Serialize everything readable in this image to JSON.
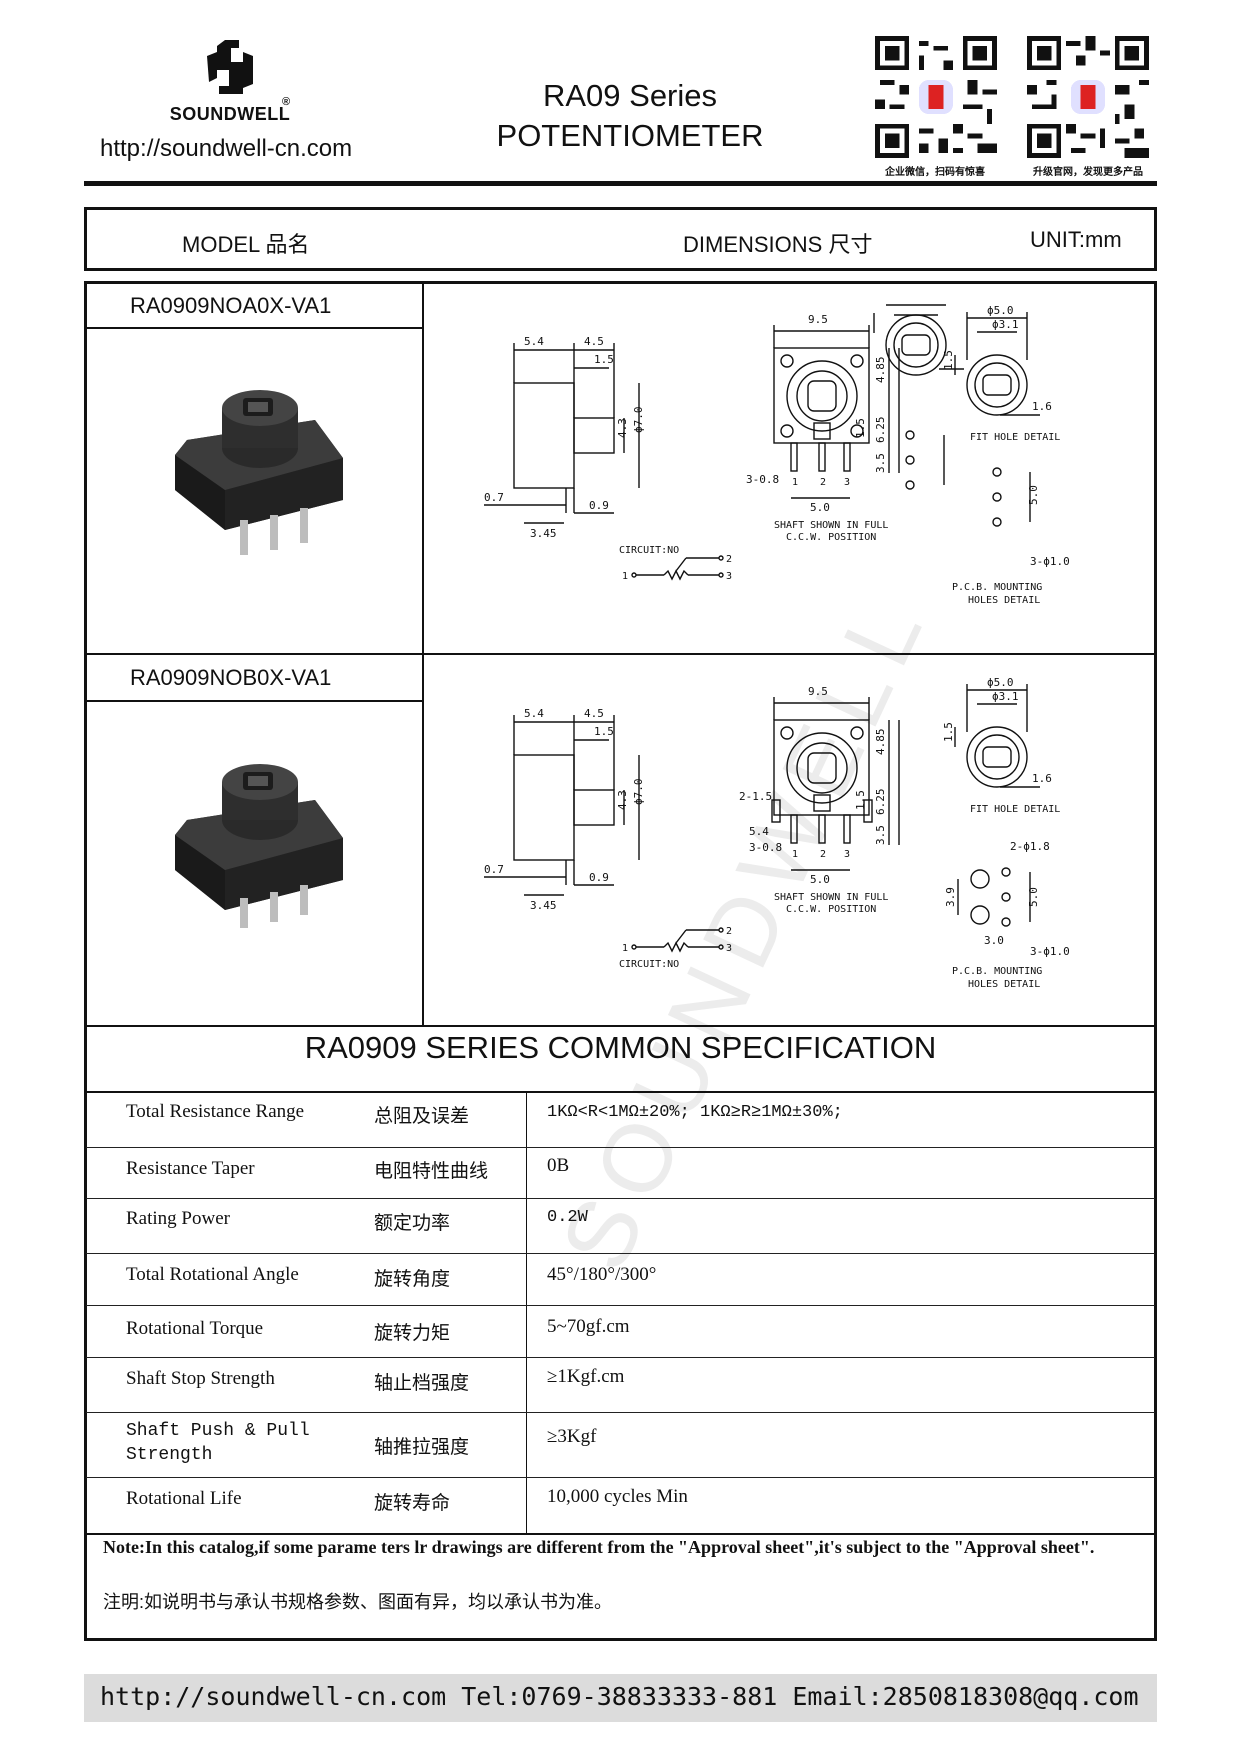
{
  "header": {
    "brand": "SOUNDWELL",
    "reg": "®",
    "website": "http://soundwell-cn.com",
    "series": "RA09 Series",
    "product": "POTENTIOMETER",
    "qr_caption_left": "企业微信，扫码有惊喜",
    "qr_caption_right": "升级官网，发现更多产品"
  },
  "table_header": {
    "model": "MODEL 品名",
    "dimensions": "DIMENSIONS 尺寸",
    "unit": "UNIT:mm"
  },
  "models": [
    {
      "name": "RA0909NOA0X-VA1",
      "dims": {
        "side_a": "5.4",
        "side_b": "4.5",
        "d15": "1.5",
        "d43": "4.3",
        "phi7": "ϕ7.0",
        "d07": "0.7",
        "d09": "0.9",
        "d345": "3.45",
        "w95": "9.5",
        "h485": "4.85",
        "h625": "6.25",
        "h15": "1.5",
        "h35": "3.5",
        "p08": "3-0.8",
        "p50": "5.0",
        "phi5": "ϕ5.0",
        "phi31": "ϕ3.1",
        "f15": "1.5",
        "f16": "1.6",
        "fit": "FIT HOLE DETAIL",
        "holes": "3-ϕ1.0",
        "hp5": "5.0",
        "pcb1": "P.C.B. MOUNTING",
        "pcb2": "HOLES DETAIL",
        "shaft1": "SHAFT SHOWN IN FULL",
        "shaft2": "C.C.W. POSITION",
        "circuit": "CIRCUIT:NO",
        "pin1": "1",
        "pin2": "2",
        "pin3": "3"
      }
    },
    {
      "name": "RA0909NOB0X-VA1",
      "dims": {
        "side_a": "5.4",
        "side_b": "4.5",
        "d15": "1.5",
        "d43": "4.3",
        "phi7": "ϕ7.0",
        "d07": "0.7",
        "d09": "0.9",
        "d345": "3.45",
        "w95": "9.5",
        "h485": "4.85",
        "h625": "6.25",
        "h15": "1.5",
        "h35": "3.5",
        "p08": "3-0.8",
        "p50": "5.0",
        "p215": "2-1.5",
        "p54": "5.4",
        "phi5": "ϕ5.0",
        "phi31": "ϕ3.1",
        "f15": "1.5",
        "f16": "1.6",
        "fit": "FIT HOLE DETAIL",
        "holes": "3-ϕ1.0",
        "hp5": "5.0",
        "h218": "2-ϕ1.8",
        "h39": "3.9",
        "h30": "3.0",
        "pcb1": "P.C.B. MOUNTING",
        "pcb2": "HOLES DETAIL",
        "shaft1": "SHAFT SHOWN IN FULL",
        "shaft2": "C.C.W. POSITION",
        "circuit": "CIRCUIT:NO",
        "pin1": "1",
        "pin2": "2",
        "pin3": "3"
      }
    }
  ],
  "spec": {
    "title": "RA0909 SERIES COMMON SPECIFICATION",
    "rows": [
      {
        "en": "Total  Resistance  Range",
        "cn": "总阻及误差",
        "value": "1KΩ<R<1MΩ±20%; 1KΩ≥R≥1MΩ±30%;"
      },
      {
        "en": "Resistance  Taper",
        "cn": "电阻特性曲线",
        "value": "0B"
      },
      {
        "en": "Rating  Power",
        "cn": "额定功率",
        "value": "0.2W"
      },
      {
        "en": "Total Rotational Angle",
        "cn": "旋转角度",
        "value": "45°/180°/300°"
      },
      {
        "en": "Rotational Torque",
        "cn": "旋转力矩",
        "value": "5~70gf.cm"
      },
      {
        "en": "Shaft Stop Strength",
        "cn": "轴止档强度",
        "value": "≥1Kgf.cm"
      },
      {
        "en": "Shaft Push & Pull\nStrength",
        "cn": "轴推拉强度",
        "value": "≥3Kgf"
      },
      {
        "en": "Rotational Life",
        "cn": "旋转寿命",
        "value": "10,000 cycles  Min"
      }
    ],
    "note_en": "Note:In this catalog,if some parame ters lr drawings are different from the \"Approval sheet\",it's subject to the \"Approval sheet\".",
    "note_cn": "注明:如说明书与承认书规格参数、图面有异，均以承认书为准。"
  },
  "footer": {
    "text": "http://soundwell-cn.com  Tel:0769-38833333-881  Email:2850818308@qq.com"
  },
  "watermark": "SOUNDWELL"
}
